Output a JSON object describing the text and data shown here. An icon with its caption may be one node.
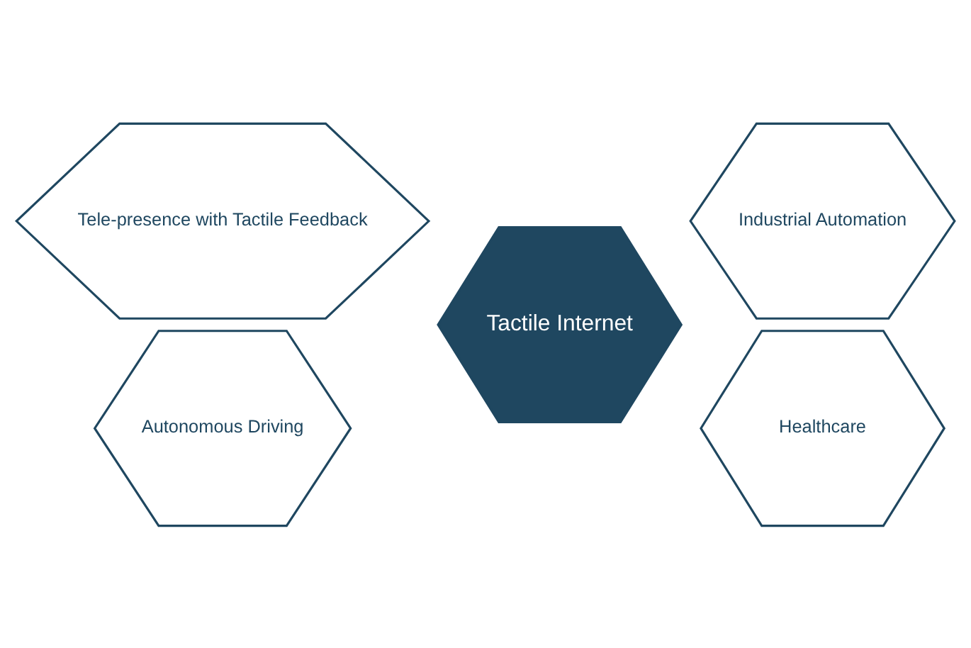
{
  "diagram": {
    "nodes": [
      {
        "text": [
          "Tele-presence with Tactile Feedback"
        ]
      },
      {
        "text": [
          "Industrial Automation"
        ]
      },
      {
        "text": [
          "Tactile Internet"
        ]
      },
      {
        "text": [
          "Autonomous Driving"
        ]
      },
      {
        "text": [
          "Healthcare"
        ]
      }
    ]
  }
}
